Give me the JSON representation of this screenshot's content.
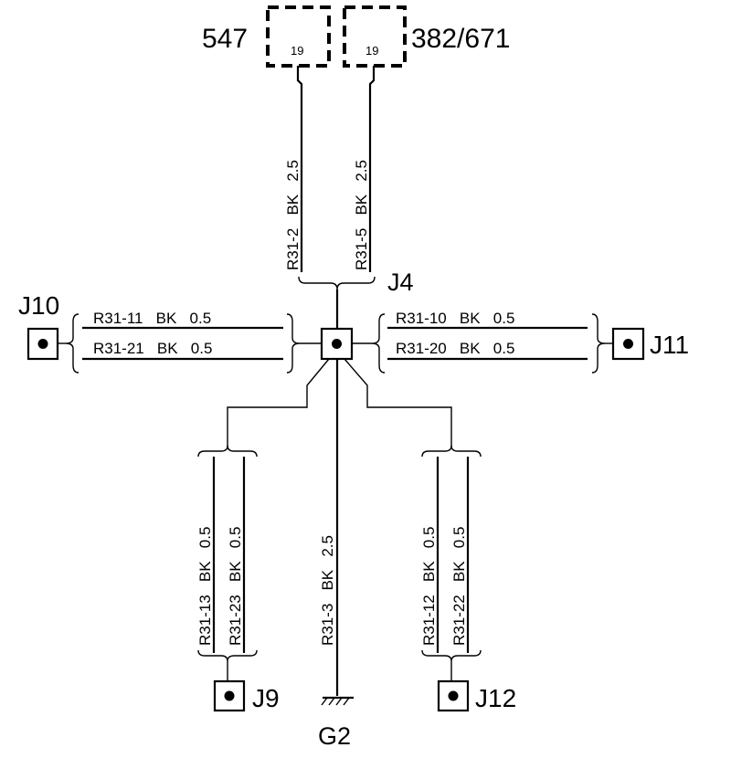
{
  "connectors": {
    "c547": {
      "name": "547",
      "pin": "19"
    },
    "c382": {
      "name": "382/671",
      "pin": "19"
    }
  },
  "splice": {
    "name": "J4"
  },
  "wires": {
    "r31_2": "R31-2   BK   2.5",
    "r31_5": "R31-5   BK   2.5",
    "r31_11": "R31-11   BK   0.5",
    "r31_21": "R31-21   BK   0.5",
    "r31_10": "R31-10   BK   0.5",
    "r31_20": "R31-20   BK   0.5",
    "r31_13": "R31-13   BK   0.5",
    "r31_23": "R31-23   BK   0.5",
    "r31_3": "R31-3   BK   2.5",
    "r31_12": "R31-12   BK   0.5",
    "r31_22": "R31-22   BK   0.5"
  },
  "junctions": {
    "j10": "J10",
    "j11": "J11",
    "j9": "J9",
    "j12": "J12"
  },
  "ground": {
    "name": "G2"
  }
}
